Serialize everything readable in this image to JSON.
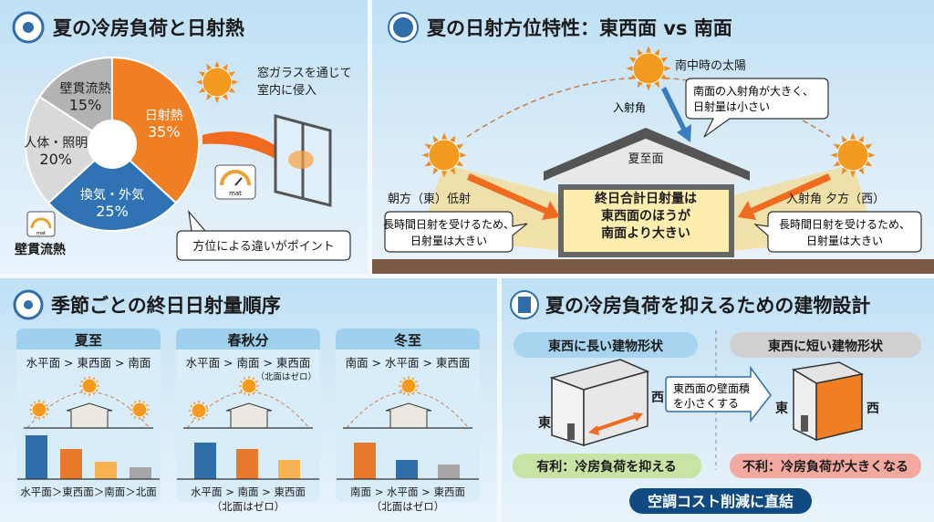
{
  "panel1": {
    "title": "夏の冷房負荷と日射熱",
    "title_icon": "sun-icon",
    "pie": {
      "type": "pie",
      "slices": [
        {
          "label": "日射熱",
          "value": 35,
          "value_label": "35%",
          "color": "#ef7f22"
        },
        {
          "label": "換気・外気",
          "value": 25,
          "value_label": "25%",
          "color": "#2f73b5"
        },
        {
          "label": "人体・照明",
          "value": 20,
          "value_label": "20%",
          "color": "#d9d9d9"
        },
        {
          "label": "壁貫流熱",
          "value": 15,
          "value_label": "15%",
          "color": "#b3b3b3"
        }
      ]
    },
    "window_note_line1": "窓ガラスを通じて",
    "window_note_line2": "室内に侵入",
    "gauge_label": "mat",
    "gauge_label_small": "mat",
    "wall_label": "壁貫流熱",
    "callout": "方位による違いがポイント"
  },
  "panel2": {
    "title": "夏の日射方位特性：東西面 vs 南面",
    "title_icon": "globe-icon",
    "noon_sun_label": "南中時の太陽",
    "noon_callout_line1": "南面の入射角が大きく、",
    "noon_callout_line2": "日射量は小さい",
    "incidence_label": "入射角",
    "roof_label": "夏至面",
    "center_line1": "終日合計日射量は",
    "center_line2": "東西面のほうが",
    "center_line3": "南面より大きい",
    "east_label": "朝方（東）低射",
    "east_callout_line1": "長時間日射を受けるため、",
    "east_callout_line2": "日射量は大きい",
    "west_label": "入射角 夕方（西）",
    "west_callout_line1": "長時間日射を受けるため、",
    "west_callout_line2": "日射量は大きい"
  },
  "panel3": {
    "title": "季節ごとの終日日射量順序",
    "title_icon": "sun-icon",
    "seasons": [
      {
        "name": "夏至",
        "ranking": "水平面 > 東西面 > 南面",
        "note": "",
        "suns": 3,
        "bars": [
          {
            "value": 48,
            "color": "#2f6ea8"
          },
          {
            "value": 33,
            "color": "#e8782a"
          },
          {
            "value": 19,
            "color": "#f7b350"
          },
          {
            "value": 13,
            "color": "#a6a6a6"
          }
        ],
        "bottom_line1": "水平面＞東西面＞南面＞北面",
        "bottom_line2": ""
      },
      {
        "name": "春秋分",
        "ranking": "水平面 > 南面 > 東西面",
        "note": "（北面はゼロ）",
        "suns": 2,
        "bars": [
          {
            "value": 40,
            "color": "#2f6ea8"
          },
          {
            "value": 33,
            "color": "#e8782a"
          },
          {
            "value": 21,
            "color": "#f7b350"
          }
        ],
        "bottom_line1": "水平面 > 南面 > 東西面",
        "bottom_line2": "（北面はゼロ）"
      },
      {
        "name": "冬至",
        "ranking": "南面 > 水平面 > 東西面",
        "note": "",
        "suns": 1,
        "bars": [
          {
            "value": 40,
            "color": "#e8782a"
          },
          {
            "value": 21,
            "color": "#2f6ea8"
          },
          {
            "value": 16,
            "color": "#a6a6a6"
          }
        ],
        "bottom_line1": "南面 > 水平面 > 東西面",
        "bottom_line2": "（北面はゼロ）"
      }
    ]
  },
  "panel4": {
    "title": "夏の冷房負荷を抑えるための建物設計",
    "title_icon": "building-icon",
    "long_label": "東西に長い建物形状",
    "short_label": "東西に短い建物形状",
    "east": "東",
    "west": "西",
    "arrow_line1": "東西面の壁面積",
    "arrow_line2": "を小さくする",
    "good": "有利：冷房負荷を抑える",
    "bad": "不利：冷房負荷が大きくなる",
    "conclusion": "空調コスト削減に直結",
    "colors": {
      "good": "#c9e3a5",
      "bad": "#f2aaa0",
      "navy": "#0f4a80",
      "blue_pill": "#a8d4f0",
      "gray_pill": "#d0d0d0"
    }
  }
}
